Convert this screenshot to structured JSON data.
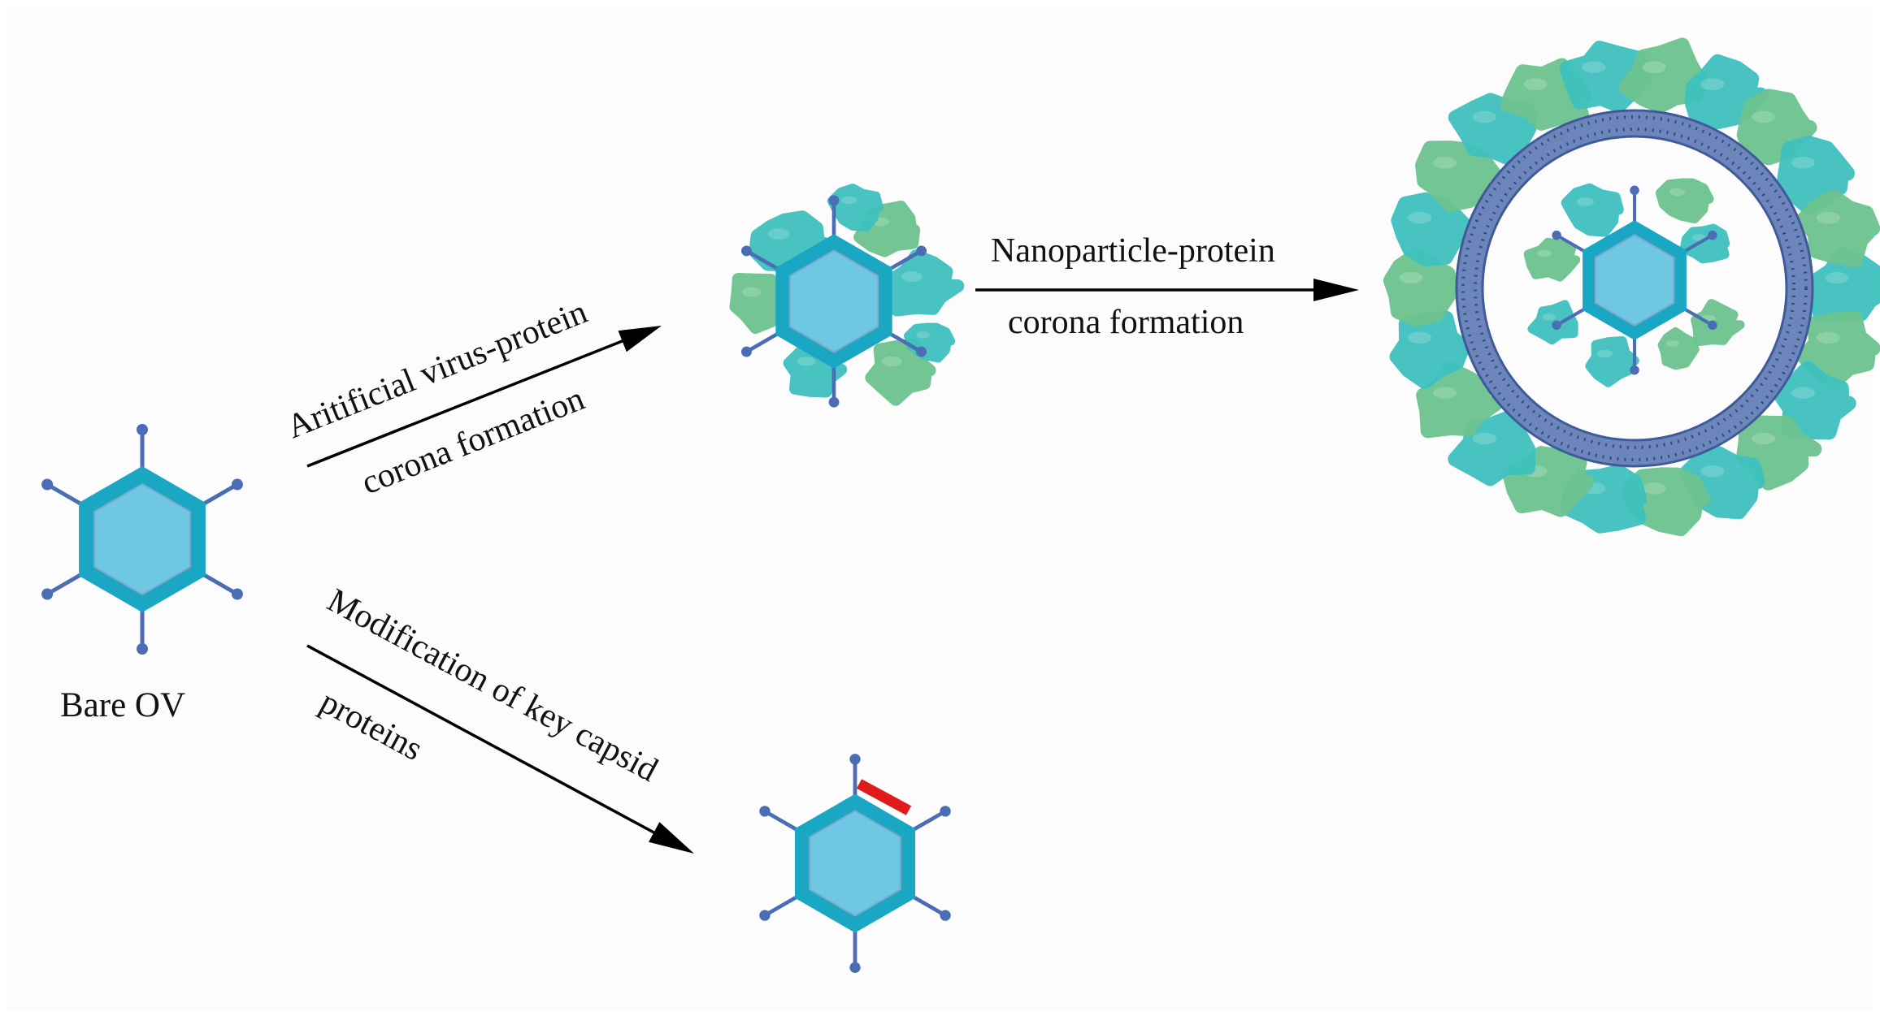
{
  "labels": {
    "bare_ov": "Bare OV",
    "virus_corona_line1": "Aritificial virus-protein",
    "virus_corona_line2": "corona formation",
    "nano_corona_line1": "Nanoparticle-protein",
    "nano_corona_line2": "corona formation",
    "modification_line1": "Modification of key capsid",
    "modification_line2": "proteins"
  },
  "icons": {
    "virus": "hexagonal-virus-icon",
    "protein": "protein-blob-icon",
    "nanoparticle": "nanoparticle-shell-icon",
    "modified_site": "modified-capsid-protein-icon"
  },
  "colors": {
    "capsid_outer": "#1aa7c4",
    "capsid_inner": "#6ec8e3",
    "spike": "#4a6db5",
    "protein_teal": "#3fc1be",
    "protein_green": "#6cc48e",
    "nano_shell": "#6d86b9",
    "nano_shell_dark": "#3f5a9b",
    "modified_site": "#e01b1b",
    "arrow": "#000000"
  }
}
